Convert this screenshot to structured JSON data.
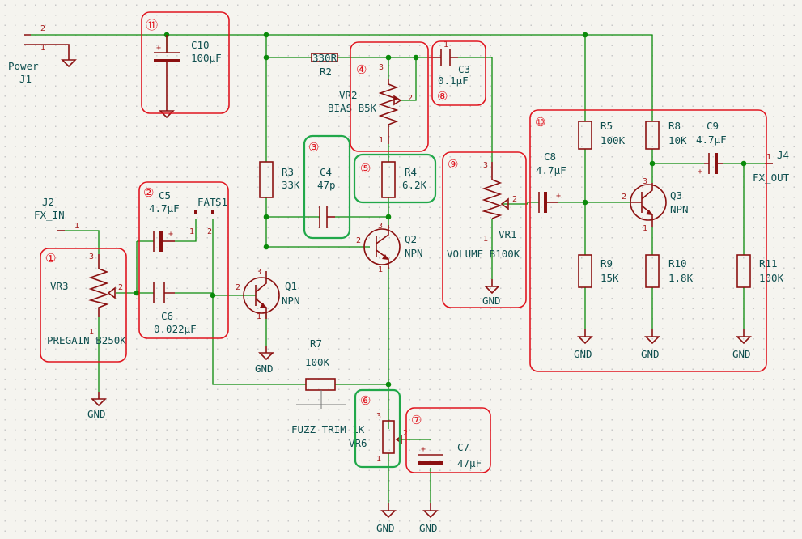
{
  "components": {
    "j1": {
      "name": "Power",
      "ref": "J1",
      "pin1": "1",
      "pin2": "2"
    },
    "j2": {
      "ref": "J2",
      "name": "FX_IN",
      "pin1": "1"
    },
    "j4": {
      "ref": "J4",
      "name": "FX_OUT",
      "pin1": "1"
    },
    "c10": {
      "ref": "C10",
      "value": "100µF",
      "plus": "+"
    },
    "r2": {
      "ref": "R2",
      "value": "330R"
    },
    "vr2": {
      "ref": "VR2",
      "value": "BIAS B5K",
      "pin3": "3",
      "pin2": "2",
      "pin1": "1"
    },
    "c3": {
      "ref": "C3",
      "value": "0.1µF"
    },
    "r3": {
      "ref": "R3",
      "value": "33K"
    },
    "c4": {
      "ref": "C4",
      "value": "47p"
    },
    "r4": {
      "ref": "R4",
      "value": "6.2K"
    },
    "vr1": {
      "ref": "VR1",
      "value": "VOLUME B100K",
      "pin3": "3",
      "pin2": "2",
      "pin1": "1"
    },
    "c5": {
      "ref": "C5",
      "value": "4.7µF",
      "plus": "+"
    },
    "s1": {
      "name": "FAT",
      "ref": "S1",
      "pin1": "1",
      "pin2": "2"
    },
    "vr3": {
      "ref": "VR3",
      "value": "PREGAIN B250K",
      "pin3": "3",
      "pin2": "2",
      "pin1": "1"
    },
    "c6": {
      "ref": "C6",
      "value": "0.022µF"
    },
    "q1": {
      "ref": "Q1",
      "type": "NPN",
      "pin1": "1",
      "pin2": "2",
      "pin3": "3"
    },
    "q2": {
      "ref": "Q2",
      "type": "NPN",
      "pin1": "1",
      "pin2": "2",
      "pin3": "3"
    },
    "q3": {
      "ref": "Q3",
      "type": "NPN",
      "pin1": "1",
      "pin2": "2",
      "pin3": "3"
    },
    "r7": {
      "ref": "R7",
      "value": "100K"
    },
    "vr6": {
      "name": "FUZZ TRIM 1K",
      "ref": "VR6",
      "pin3": "3",
      "pin2": "2",
      "pin1": "1"
    },
    "c7": {
      "ref": "C7",
      "value": "47µF",
      "plus": "+"
    },
    "r5": {
      "ref": "R5",
      "value": "100K"
    },
    "r8": {
      "ref": "R8",
      "value": "10K"
    },
    "c9": {
      "ref": "C9",
      "value": "4.7µF",
      "plus": "+"
    },
    "c8": {
      "ref": "C8",
      "value": "4.7µF",
      "plus": "+"
    },
    "r9": {
      "ref": "R9",
      "value": "15K"
    },
    "r10": {
      "ref": "R10",
      "value": "1.8K"
    },
    "r11": {
      "ref": "R11",
      "value": "100K"
    }
  },
  "ground_label": "GND",
  "blocks": [
    {
      "id": "1",
      "label": "①",
      "color": "#e0141e"
    },
    {
      "id": "2",
      "label": "②",
      "color": "#e0141e"
    },
    {
      "id": "3",
      "label": "③",
      "color": "#21a84a"
    },
    {
      "id": "4",
      "label": "④",
      "color": "#e0141e"
    },
    {
      "id": "5",
      "label": "⑤",
      "color": "#21a84a"
    },
    {
      "id": "6",
      "label": "⑥",
      "color": "#21a84a"
    },
    {
      "id": "7",
      "label": "⑦",
      "color": "#e0141e"
    },
    {
      "id": "8",
      "label": "⑧",
      "color": "#e0141e"
    },
    {
      "id": "9",
      "label": "⑨",
      "color": "#e0141e"
    },
    {
      "id": "10",
      "label": "⑩",
      "color": "#e0141e"
    },
    {
      "id": "11",
      "label": "⑪",
      "color": "#e0141e"
    }
  ]
}
